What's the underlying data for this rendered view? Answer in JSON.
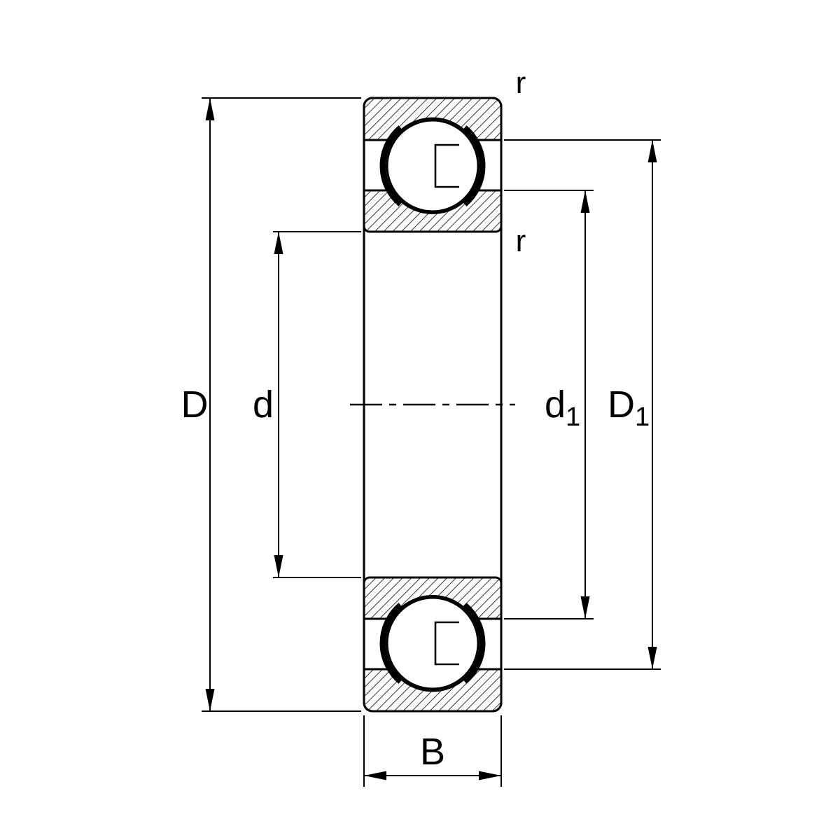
{
  "diagram": {
    "colors": {
      "line": "#000000",
      "background": "#ffffff"
    },
    "labels": {
      "outer_diameter": "D",
      "bore_diameter": "d",
      "inner_shoulder_base": "d",
      "inner_shoulder_sub": "1",
      "outer_shoulder_base": "D",
      "outer_shoulder_sub": "1",
      "width": "B",
      "radius_top": "r",
      "radius_inner": "r"
    }
  }
}
